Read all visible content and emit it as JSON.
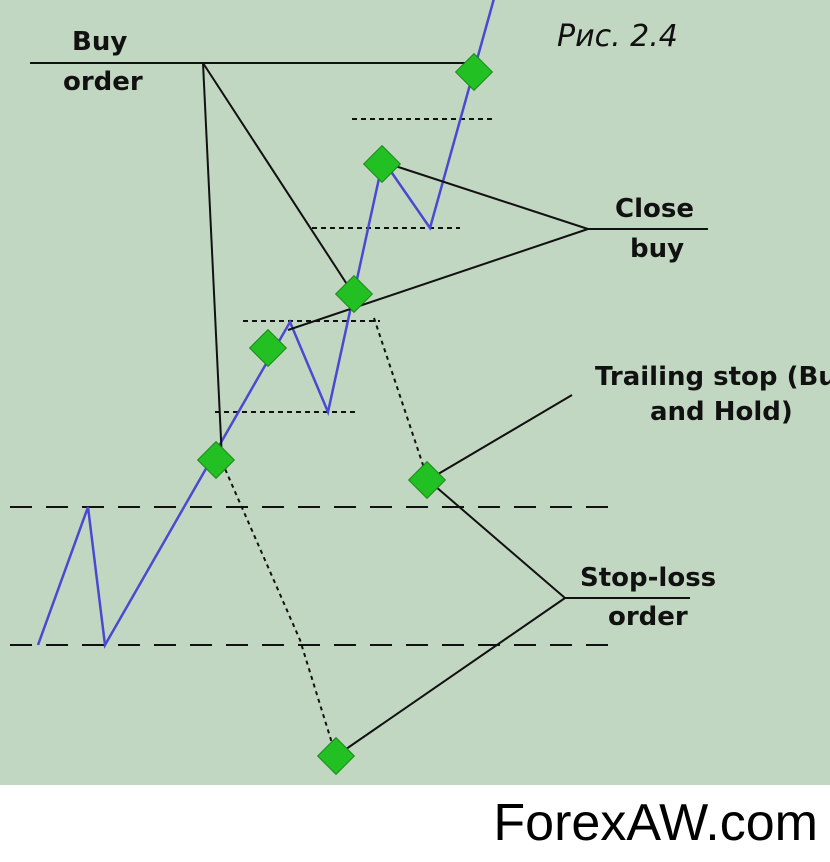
{
  "figure_caption": "Рис.  2.4",
  "labels": {
    "buy_order": [
      "Buy",
      "order"
    ],
    "close_buy": [
      "Close",
      "buy"
    ],
    "trailing_stop": [
      "Trailing stop (Buy",
      "and Hold)"
    ],
    "stop_loss": [
      "Stop-loss",
      "order"
    ]
  },
  "watermark": "ForexAW.com",
  "colors": {
    "background": "#c2d7c2",
    "price_line": "#4a4ad0",
    "marker": "#22c022",
    "ink": "#111111"
  }
}
